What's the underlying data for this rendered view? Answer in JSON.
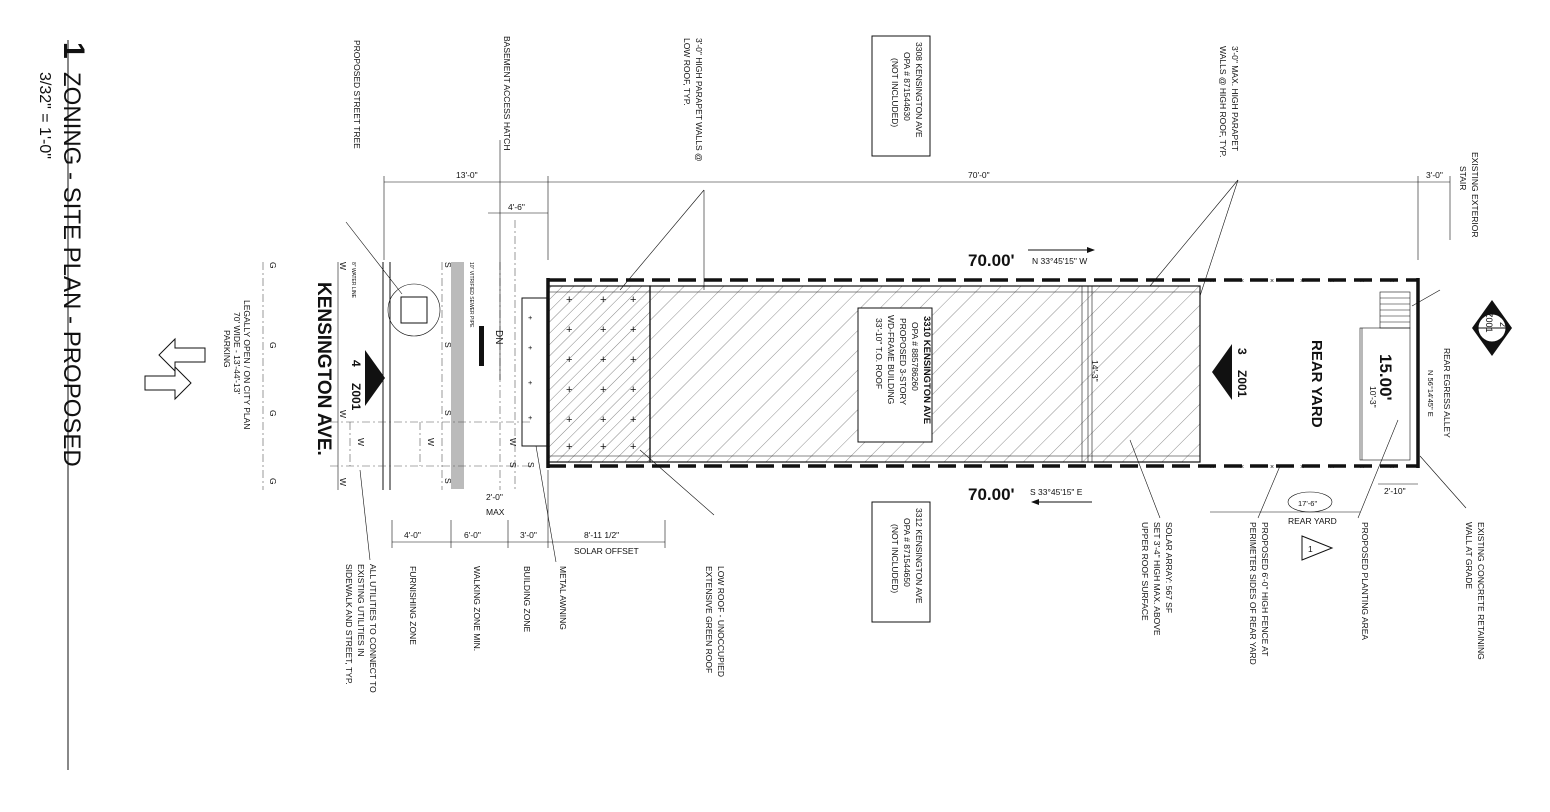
{
  "title": {
    "number": "1",
    "name": "ZONING - SITE PLAN - PROPOSED",
    "scale": "3/32\" = 1'-0\""
  },
  "street": {
    "name": "KENSINGTON AVE.",
    "info": [
      "LEGALLY OPEN / ON CITY PLAN",
      "70' WIDE - 13'-44'-13'",
      "PARKING"
    ]
  },
  "building": {
    "lines": [
      "3310 KENSINGTON AVE",
      "OPA # 885786260",
      "PROPOSED 3-STORY",
      "WD-FRAME BUILDING",
      "33'-10\" T.O. ROOF"
    ]
  },
  "neighbors": {
    "north": [
      "3308 KENSINGTON AVE",
      "OPA # 871544630",
      "(NOT INCLUDED)"
    ],
    "south": [
      "3312 KENSINGTON AVE",
      "OPA # 871544650",
      "(NOT INCLUDED)"
    ]
  },
  "property_lines": {
    "north_length": "70.00'",
    "north_bearing": "N 33°45'15\" W",
    "south_length": "70.00'",
    "south_bearing": "S 33°45'15\" E",
    "rear_length": "15.00'",
    "rear_bearing": "N 56°14'45\" E"
  },
  "rear_yard": {
    "label": "REAR YARD",
    "cloud_dim": "17'-6\"",
    "cloud_label": "REAR YARD",
    "revision": "1"
  },
  "dimensions": {
    "top_13": "13'-0\"",
    "top_70": "70'-0\"",
    "top_3": "3'-0\"",
    "hatch_4_6": "4'-6\"",
    "width_14_3": "14'-3\"",
    "yard_10_3": "10'-3\"",
    "yard_2_10": "2'-10\"",
    "awning_2_0": "2'-0\"",
    "max": "MAX",
    "furnish_4_0": "4'-0\"",
    "walk_6_0": "6'-0\"",
    "bldg_3_0": "3'-0\"",
    "solar_8_11": "8'-11 1/2\"",
    "solar_offset": "SOLAR OFFSET"
  },
  "section_markers": {
    "street_section": {
      "num": "4",
      "sheet": "Z001"
    },
    "yard_section": {
      "num": "3",
      "sheet": "Z001"
    },
    "detail": {
      "num": "2",
      "sheet": "Z001"
    }
  },
  "notes": {
    "basement_hatch": "BASEMENT ACCESS HATCH",
    "street_tree": "PROPOSED STREET TREE",
    "parapet_low": [
      "3'-0\" HIGH PARAPET WALLS @",
      "LOW ROOF, TYP."
    ],
    "parapet_high": [
      "3'-0\" MAX. HIGH PARAPET",
      "WALLS @ HIGH ROOF, TYP."
    ],
    "exterior_stair": [
      "EXISTING EXTERIOR",
      "STAIR"
    ],
    "rear_alley": "REAR EGRESS ALLEY",
    "utilities": [
      "ALL UTILITIES TO CONNECT TO",
      "EXISTING UTILITIES IN",
      "SIDEWALK AND STREET, TYP."
    ],
    "furnishing": "FURNISHING ZONE",
    "walking": "WALKING ZONE MIN.",
    "building_zone": "BUILDING ZONE",
    "metal_awning": "METAL AWNING",
    "low_roof": [
      "LOW ROOF - UNOCCUPIED",
      "EXTENSIVE GREEN ROOF"
    ],
    "solar": [
      "SOLAR ARRAY: 567 SF",
      "SET 3'-4\" HIGH MAX. ABOVE",
      "UPPER ROOF SURFACE"
    ],
    "fence": [
      "PROPOSED 6'-0\" HIGH FENCE AT",
      "PERIMETER SIDES OF REAR YARD"
    ],
    "planting": "PROPOSED PLANTING AREA",
    "retaining": [
      "EXISTING CONCRETE RETAINING",
      "WALL AT GRADE"
    ],
    "dn": "DN",
    "water_note": "8\" WATER LINE",
    "sewer_note": "10\" VITRIFIED SEWER PIPE"
  },
  "utility_marks": {
    "gas": "G",
    "water": "W",
    "sewer": "S"
  }
}
